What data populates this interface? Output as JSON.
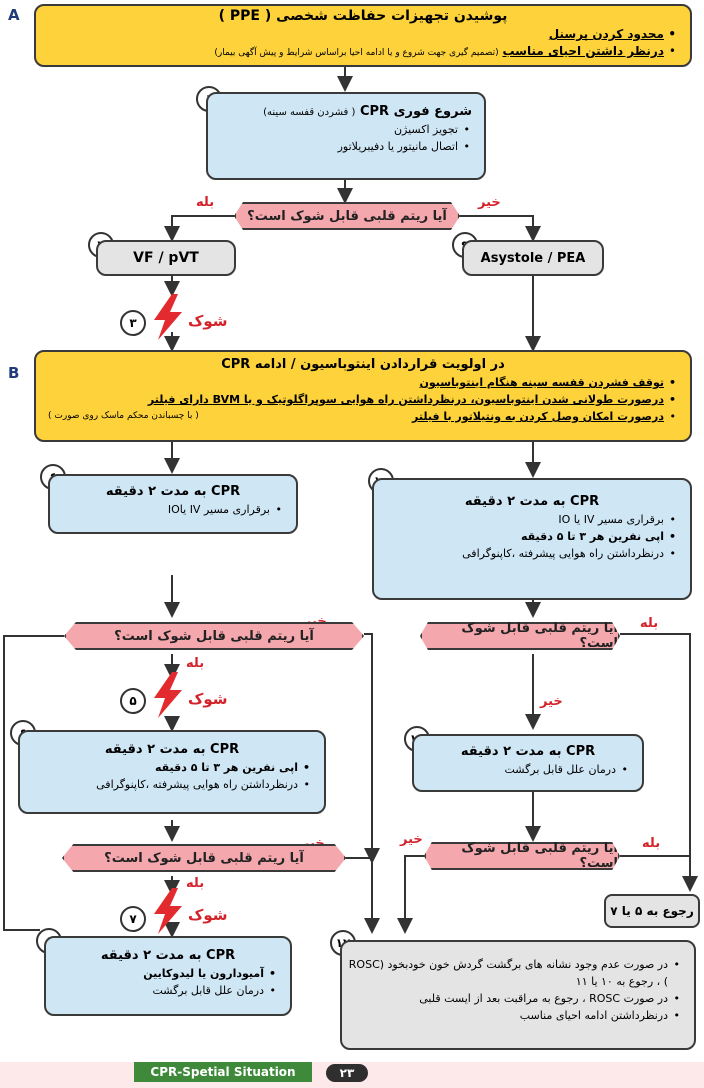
{
  "letters": {
    "a": "A",
    "b": "B"
  },
  "ppe": {
    "title": "پوشیدن تجهیزات حفاظت شخصی ( PPE )",
    "items": [
      "محدود کردن پرسنل",
      "درنظر داشتن احیای مناسب",
      "(تصمیم گیری جهت شروع و یا ادامه احیا براساس شرایط و پیش آگهی بیمار)"
    ]
  },
  "box1": {
    "num": "۱",
    "title": "شروع فوری CPR",
    "sub": "( فشردن قفسه سینه)",
    "items": [
      "تجویز اکسیژن",
      "اتصال مانیتور یا دفیبریلاتور"
    ]
  },
  "decision1": {
    "text": "آیا ریتم قلبی قابل شوک است؟",
    "yes": "بله",
    "no": "خیر"
  },
  "vf": {
    "num": "۲",
    "label": "VF / pVT"
  },
  "asys": {
    "num": "۹",
    "label": "Asystole / PEA"
  },
  "shock3": {
    "num": "۳",
    "label": "شوک"
  },
  "boxB": {
    "title": "در اولویت قراردادن اینتوباسیون / ادامه CPR",
    "items": [
      "توقف فشردن قفسه سینه هنگام اینتوباسیون",
      "درصورت طولانی شدن اینتوباسیون، درنظرداشتن راه هوایی سوپراگلوتیک و یا BVM دارای فیلتر",
      "درصورت امکان وصل کردن به ونتیلاتور با فیلتر"
    ],
    "note": "( با چسباندن محکم ماسک روی صورت )"
  },
  "box4": {
    "num": "٤",
    "title": "CPR به مدت ۲ دقیقه",
    "items": [
      "برقراری مسیر IV یاIO"
    ]
  },
  "box10": {
    "num": "۱۰",
    "title": "CPR به مدت ۲ دقیقه",
    "items": [
      "برقراری مسیر IV یا IO",
      "اپی نفرین هر ۳ تا ۵ دقیقه",
      "درنظرداشتن راه هوایی پیشرفته ،کاپنوگرافی"
    ]
  },
  "decision2": {
    "text": "آیا ریتم قلبی قابل شوک است؟",
    "no": "خیر"
  },
  "decision3": {
    "text": "آیا ریتم قلبی قابل شوک است؟",
    "yes": "بله"
  },
  "shock5": {
    "num": "۵",
    "yes": "بله",
    "label": "شوک"
  },
  "box6": {
    "num": "۶",
    "title": "CPR به مدت ۲ دقیقه",
    "items": [
      "اپی نفرین هر ۳ تا ۵ دقیقه",
      "درنظرداشتن راه هوایی پیشرفته ،کاپنوگرافی"
    ]
  },
  "box11": {
    "num": "۱۱",
    "no": "خیر",
    "title": "CPR به مدت ۲ دقیقه",
    "items": [
      "درمان علل قابل برگشت"
    ]
  },
  "decision4": {
    "text": "آیا ریتم قلبی قابل شوک است؟",
    "no": "خیر"
  },
  "decision5": {
    "text": "آیا ریتم قلبی قابل شوک است؟",
    "yes": "بله",
    "no": "خیر"
  },
  "shock7": {
    "num": "۷",
    "yes": "بله",
    "label": "شوک"
  },
  "ret": {
    "label": "رجوع به ۵ یا ۷"
  },
  "box8": {
    "num": "۸",
    "title": "CPR به مدت ۲ دقیقه",
    "items": [
      "آمیودارون یا لیدوکایین",
      "درمان علل قابل برگشت"
    ]
  },
  "box12": {
    "num": "۱۲",
    "items": [
      "در صورت عدم وجود نشانه های برگشت گردش خون خودبخود (ROSC ) ، رجوع به ۱۰ یا ۱۱",
      "در صورت ROSC ، رجوع به مراقبت بعد از ایست قلبی",
      "درنظرداشتن ادامه احیای مناسب"
    ]
  },
  "footer": {
    "tab": "CPR-Spetial Situation",
    "page": "۲۳"
  },
  "colors": {
    "yellow": "#fdd23a",
    "blue": "#cfe6f5",
    "pink": "#f4a7ad",
    "red": "#d3222a",
    "gray": "#e4e4e4"
  }
}
